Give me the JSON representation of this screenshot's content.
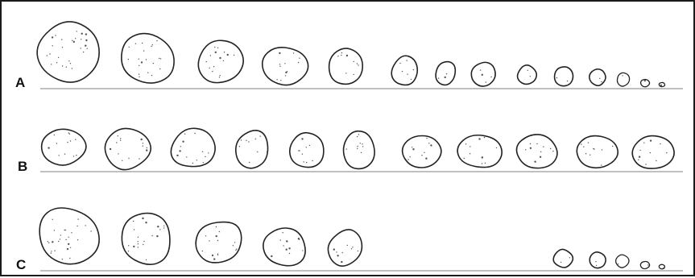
{
  "rows": [
    {
      "label": "A",
      "particle_count": 14
    },
    {
      "label": "B",
      "particle_count": 11
    },
    {
      "label": "C",
      "particle_count": 10
    }
  ],
  "colors": {
    "outline": "#222222",
    "stipple": "#555555",
    "baseline": "#9a9a9a",
    "border": "#1a1a1a"
  }
}
